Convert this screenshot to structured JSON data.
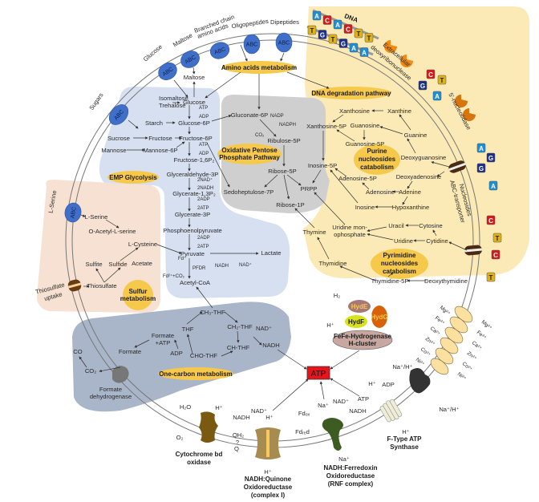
{
  "colors": {
    "glycolysis_region": "#d6e0f0",
    "pentose_region": "#cfcfcf",
    "dna_region": "#fbe9b6",
    "sulfur_region": "#f6e1d2",
    "one_carbon_region": "#a9b5c8",
    "pathway_label": "#f6c94a",
    "abc_transporter": "#3f6fc9",
    "atp_box": "#e8141b"
  },
  "transporters": {
    "abc": "ABC",
    "sugars": "Sugars",
    "glucose": "Glucose",
    "maltose": "Maltose",
    "branched1": "Branched chain",
    "branched2": "amino acids",
    "oligopeptides": "Oligopeptides",
    "dipeptides": "Dipeptides",
    "l_serine": "L-Serine",
    "thiosulfate1": "Thiosulfate",
    "thiosulfate2": "uptake",
    "nucleosides1": "Nucleosides",
    "nucleosides2": "ABC-transporter"
  },
  "pathways": {
    "amino_acids": "Amino acids metabolism",
    "dna_degradation": "DNA degradation pathway",
    "emp": "EMP Glycolysis",
    "pentose1": "Oxidative Pentose",
    "pentose2": "Phosphate Pathway",
    "purine1": "Purine",
    "purine2": "nucleosides",
    "purine3": "catabolism",
    "pyrimidine1": "Pyrimidine",
    "pyrimidine2": "nucleosides",
    "pyrimidine3": "catabolism",
    "sulfur1": "Sulfur",
    "sulfur2": "metabolism",
    "one_carbon": "One-carbon metabolism"
  },
  "glycolysis": {
    "maltose": "Maltose",
    "isomaltose": "Isomaltose",
    "trehalose": "Trehalose",
    "glucose": "Glucose",
    "atp1": "ATP",
    "adp1": "ADP",
    "starch": "Starch",
    "glucose6p": "Glucose-6P",
    "sucrose": "Sucrose",
    "fructose": "Fructose",
    "fructose6p": "Fructose-6P",
    "atp2": "ATP",
    "adp2": "ADP",
    "mannose": "Mannose",
    "mannose6p": "Mannose-6P",
    "fructose16p": "Fructose-1,6P₂",
    "g3p": "Glyceraldehyde-3P",
    "nad": "2NAD⁺",
    "nadh": "2NADH",
    "glycerate13p": "Glycerate-1,3P₂",
    "adp3": "2ADP",
    "atp3": "2ATP",
    "glycerate3p": "Glycerate-3P",
    "pep": "Phosphoenolpyruvate",
    "adp4": "2ADP",
    "atp4": "2ATP",
    "pyruvate": "Pyruvate",
    "lactate": "Lactate",
    "fd": "Fd⁻",
    "pfdr": "PFDR",
    "nadh2": "NADH",
    "nad2": "NAD⁺",
    "fd2": "Fd²⁺+CO₂",
    "acetyl_coa": "Acetyl-CoA"
  },
  "pentose": {
    "gluconate6p": "Gluconate-6P",
    "nadp": "NADP",
    "nadph": "NADPH",
    "co2": "CO₂",
    "ribulose5p": "Ribulose-5P",
    "ribose5p": "Ribose-5P",
    "sedoheptulose": "Sedoheptulose-7P",
    "prpp": "PRPP",
    "ribose1p": "Ribose-1P"
  },
  "dna": {
    "label": "DNA",
    "nuclease1": "Extracellular",
    "nuclease2": "deoxyribonuclease",
    "nucleotidase": "5'-nucleotidase",
    "bases": [
      "A",
      "C",
      "A",
      "C",
      "T",
      "T",
      "T",
      "G",
      "T",
      "G",
      "A",
      "A"
    ],
    "free": [
      "C",
      "T",
      "G",
      "A",
      "A",
      "G",
      "G",
      "A",
      "C",
      "T",
      "C",
      "T"
    ]
  },
  "purine": {
    "xanthosine": "Xanthosine",
    "xanthine": "Xanthine",
    "xanthosine5p": "Xanthosine-5P",
    "guanosine": "Guanosine",
    "guanine": "Guanine",
    "guanosine5p": "Guanosine-5P",
    "deoxyguanosine": "Deoxyguanosine",
    "inosine5p": "Inosine-5P",
    "adenosine5p": "Adenosine-5P",
    "deoxyadenosine": "Deoxyadenosine",
    "adenosine": "Adenosine",
    "adenine": "Adenine",
    "inosine": "Inosine",
    "hypoxanthine": "Hypoxanthine"
  },
  "pyrimidine": {
    "uracil": "Uracil",
    "cytosine": "Cytosine",
    "ump1": "Uridine mon-",
    "ump2": "ophosphate",
    "thymine": "Thymine",
    "uridine": "Uridine",
    "cytidine": "Cytidine",
    "thymidine": "Thymidine",
    "thymidine5p": "Thymidine-5P",
    "deoxythymidine": "Deoxythymidine"
  },
  "sulfur": {
    "l_serine": "L-Serine",
    "oas": "O-Acetyl-L-serine",
    "l_cysteine": "L-Cysteine",
    "sulfite": "Sulfite",
    "sulfide": "Sulfide",
    "acetate": "Acetate",
    "thiosulfate": "Thiosulfate"
  },
  "one_carbon": {
    "ch3thf": "CH₃-THF",
    "thf": "THF",
    "ch2thf": "CH₂-THF",
    "nad": "NAD⁺",
    "formate_atp1": "Formate",
    "formate_atp2": "+ATP",
    "nadh": "NADH",
    "chthf": "CH-THF",
    "adp": "ADP",
    "chothf": "CHO-THF",
    "co": "CO",
    "formate": "Formate",
    "co2": "CO₂",
    "fdh1": "Formate",
    "fdh2": "dehydrogenase"
  },
  "hydrogenase": {
    "h2": "H₂",
    "hyde": "HydE",
    "hydg": "HydG",
    "hydf": "HydF",
    "hplus": "H⁺",
    "cluster1": "FeFe-Hydrogenase",
    "cluster2": "H-cluster"
  },
  "metals": {
    "left": [
      "Mg²⁺",
      "Fe³⁺",
      "Ca²⁺",
      "Zn²⁺",
      "Co²⁺",
      "Ni²⁺"
    ],
    "right": [
      "Mg²⁺",
      "Fe³⁺",
      "Ca²⁺",
      "Zn²⁺",
      "Co²⁺",
      "Ni²⁺"
    ]
  },
  "energy": {
    "atp": "ATP",
    "antiport_in": "Na⁺/H⁺",
    "antiport_out": "Na⁺/H⁺",
    "fatp_h_in": "H⁺",
    "fatp_adp": "ADP",
    "fatp_atp": "ATP",
    "fatp_h_out": "H⁺",
    "fatp1": "F-Type ATP",
    "fatp2": "Synthase",
    "rnf_na_in": "Na⁺",
    "rnf_nad": "NAD⁺",
    "rnf_nadh": "NADH",
    "rnf_fdox": "Fdₒₓ",
    "rnf_fdred": "Fdᵣₑd",
    "rnf_na_out": "Na⁺",
    "rnf1": "NADH:Ferredoxin",
    "rnf2": "Oxidoreductase",
    "rnf3": "(RNF complex)",
    "c1_nad": "NAD⁺",
    "c1_h": "H⁺",
    "c1_nadh": "NADH",
    "c1_h_out": "H⁺",
    "c1_1": "NADH:Quinone",
    "c1_2": "Oxidoreductase",
    "c1_3": "(complex I)",
    "cyt_h2o": "H₂O",
    "cyt_h": "H⁺",
    "cyt_o2": "O₂",
    "cyt_qh2": "QH₂",
    "cyt_q_unknown": "?",
    "cyt_q": "Q",
    "cyt1": "Cytochrome bd",
    "cyt2": "oxidase"
  }
}
